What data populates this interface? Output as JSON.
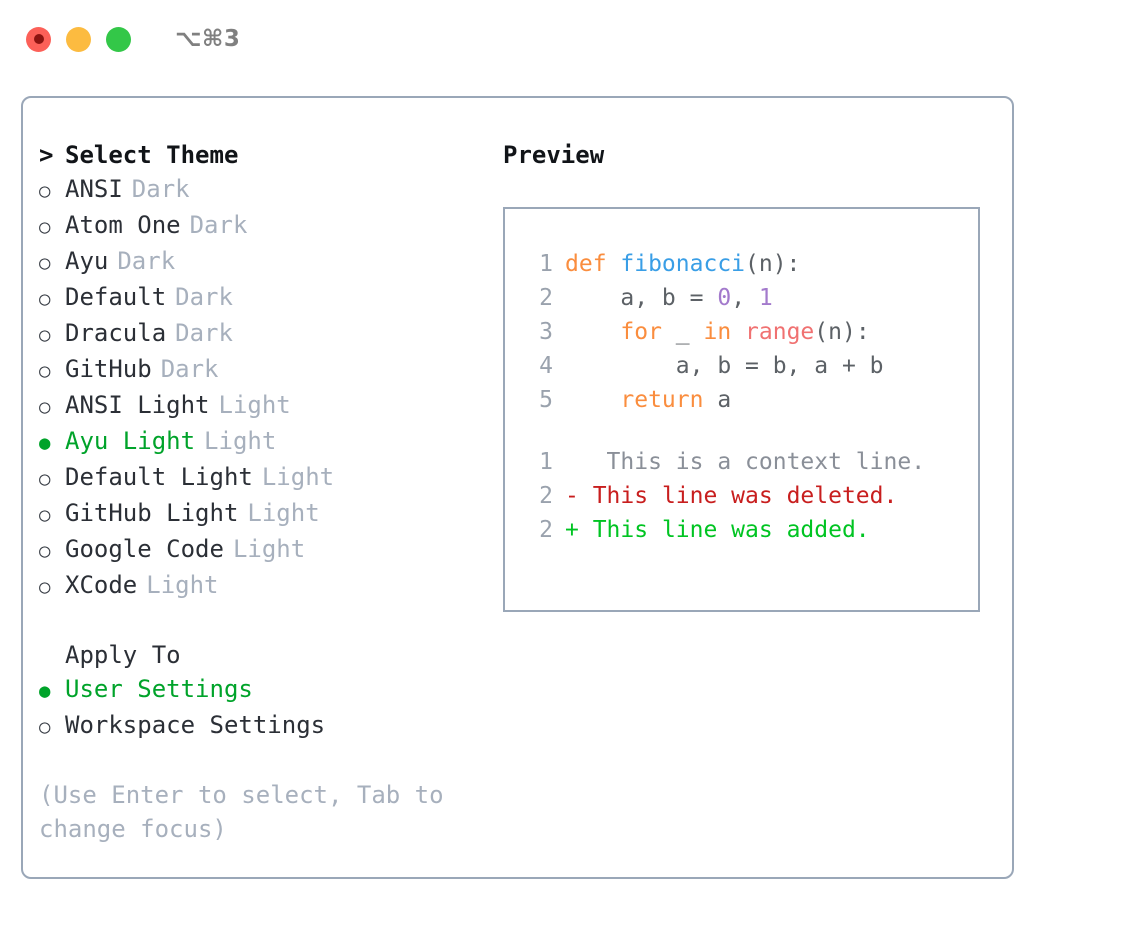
{
  "titlebar": {
    "shortcut": "⌥⌘3",
    "buttons": {
      "close": "close",
      "minimize": "minimize",
      "maximize": "maximize"
    }
  },
  "left": {
    "section_title": "Select Theme",
    "caret": ">",
    "marker_unselected": "○",
    "marker_selected": "●",
    "themes": [
      {
        "name": "ANSI",
        "kind": "Dark",
        "selected": false
      },
      {
        "name": "Atom One",
        "kind": "Dark",
        "selected": false
      },
      {
        "name": "Ayu",
        "kind": "Dark",
        "selected": false
      },
      {
        "name": "Default",
        "kind": "Dark",
        "selected": false
      },
      {
        "name": "Dracula",
        "kind": "Dark",
        "selected": false
      },
      {
        "name": "GitHub",
        "kind": "Dark",
        "selected": false
      },
      {
        "name": "ANSI Light",
        "kind": "Light",
        "selected": false
      },
      {
        "name": "Ayu Light",
        "kind": "Light",
        "selected": true
      },
      {
        "name": "Default Light",
        "kind": "Light",
        "selected": false
      },
      {
        "name": "GitHub Light",
        "kind": "Light",
        "selected": false
      },
      {
        "name": "Google Code",
        "kind": "Light",
        "selected": false
      },
      {
        "name": "XCode",
        "kind": "Light",
        "selected": false
      }
    ],
    "apply_to_title": "Apply To",
    "apply_to": [
      {
        "name": "User Settings",
        "selected": true
      },
      {
        "name": "Workspace Settings",
        "selected": false
      }
    ],
    "hint": "(Use Enter to select, Tab to change focus)"
  },
  "preview": {
    "title": "Preview",
    "code": [
      {
        "lineno": "1",
        "tokens": [
          {
            "t": "def ",
            "c": "kw"
          },
          {
            "t": "fibonacci",
            "c": "fn"
          },
          {
            "t": "(n):",
            "c": "txt"
          }
        ]
      },
      {
        "lineno": "2",
        "tokens": [
          {
            "t": "    a, b = ",
            "c": "txt"
          },
          {
            "t": "0",
            "c": "num"
          },
          {
            "t": ", ",
            "c": "txt"
          },
          {
            "t": "1",
            "c": "num"
          }
        ]
      },
      {
        "lineno": "3",
        "tokens": [
          {
            "t": "    ",
            "c": "txt"
          },
          {
            "t": "for",
            "c": "kw"
          },
          {
            "t": " _ ",
            "c": "txt"
          },
          {
            "t": "in",
            "c": "kw"
          },
          {
            "t": " ",
            "c": "txt"
          },
          {
            "t": "range",
            "c": "bi"
          },
          {
            "t": "(n):",
            "c": "txt"
          }
        ]
      },
      {
        "lineno": "4",
        "tokens": [
          {
            "t": "        a, b = b, a + b",
            "c": "txt"
          }
        ]
      },
      {
        "lineno": "5",
        "tokens": [
          {
            "t": "    ",
            "c": "txt"
          },
          {
            "t": "return",
            "c": "kw"
          },
          {
            "t": " a",
            "c": "txt"
          }
        ]
      }
    ],
    "diff": [
      {
        "lineno": "1",
        "marker": " ",
        "text": "  This is a context line.",
        "kind": "ctx"
      },
      {
        "lineno": "2",
        "marker": "-",
        "text": " This line was deleted.",
        "kind": "del"
      },
      {
        "lineno": "2",
        "marker": "+",
        "text": " This line was added.",
        "kind": "add"
      }
    ]
  },
  "colors": {
    "accent_green": "#00a32a",
    "keyword": "#fa8d3e",
    "function": "#399ee6",
    "number": "#a37acc",
    "builtin": "#f07171",
    "diff_deleted": "#c81e1e",
    "diff_added": "#00c422",
    "muted": "#a7b0bd",
    "border": "#9aa7b8"
  }
}
